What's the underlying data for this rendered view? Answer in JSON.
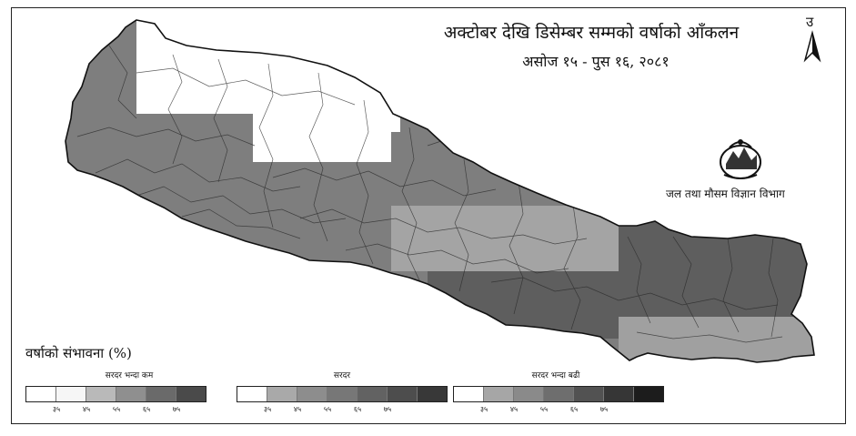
{
  "title": "अक्टोबर  देखि डिसेम्बर सम्मको वर्षाको आँकलन",
  "subtitle": "असोज १५ - पुस १६, २०८१",
  "north_label": "उ",
  "department": "जल तथा मौसम विज्ञान विभाग",
  "legend": {
    "title": "वर्षाको संभावना (%)",
    "groups": [
      {
        "caption": "सरदर भन्दा कम",
        "colors": [
          "#ffffff",
          "#f6f6f6",
          "#b9b9b9",
          "#8f8f8f",
          "#6a6a6a",
          "#4a4a4a"
        ],
        "ticks": [
          "३५",
          "४५",
          "५५",
          "६५",
          "७५"
        ]
      },
      {
        "caption": "सरदर",
        "colors": [
          "#ffffff",
          "#a9a9a9",
          "#8d8d8d",
          "#777777",
          "#626262",
          "#4d4d4d",
          "#383838"
        ],
        "ticks": [
          "३५",
          "४५",
          "५५",
          "६५",
          "७५"
        ]
      },
      {
        "caption": "सरदर भन्दा बढी",
        "colors": [
          "#ffffff",
          "#a6a6a6",
          "#8a8a8a",
          "#6e6e6e",
          "#525252",
          "#363636",
          "#1c1c1c"
        ],
        "ticks": [
          "३५",
          "४५",
          "५५",
          "६५",
          "७५"
        ]
      }
    ]
  },
  "zones": [
    {
      "category": "सरदर",
      "shade": "#7e7e7e"
    },
    {
      "category": "सरदर भन्दा कम",
      "shade": "#ffffff"
    },
    {
      "category": "सरदर",
      "shade": "#a4a4a4"
    },
    {
      "category": "सरदर भन्दा बढी",
      "shade": "#5e5e5e"
    },
    {
      "category": "सरदर भन्दा बढी",
      "shade": "#a0a0a0"
    }
  ]
}
